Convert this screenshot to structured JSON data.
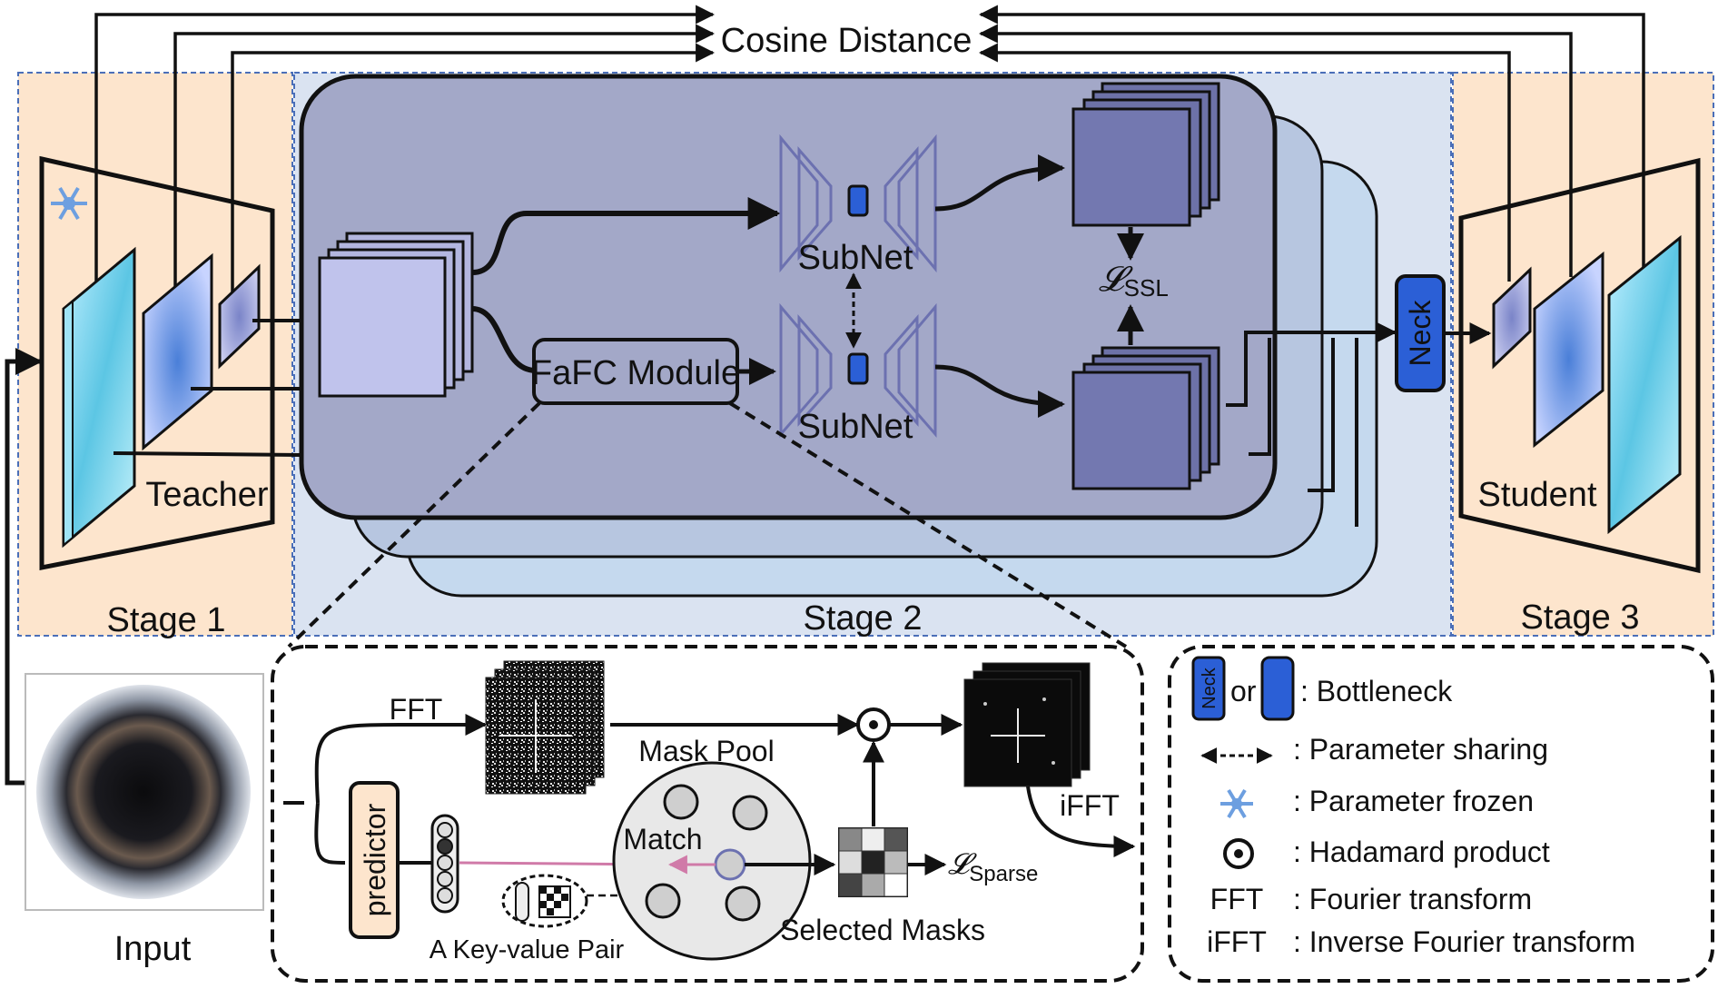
{
  "top": {
    "cosine_distance": "Cosine Distance"
  },
  "stages": {
    "stage1": "Stage 1",
    "stage2": "Stage 2",
    "stage3": "Stage 3"
  },
  "networks": {
    "teacher": "Teacher",
    "student": "Student",
    "neck": "Neck"
  },
  "modules": {
    "subnet_top": "SubNet",
    "subnet_bottom": "SubNet",
    "fafc": "FaFC Module",
    "loss_ssl": "𝓛",
    "loss_ssl_sub": "SSL"
  },
  "input": {
    "label": "Input"
  },
  "detail": {
    "fft": "FFT",
    "ifft": "iFFT",
    "mask_pool": "Mask Pool",
    "match": "Match",
    "predictor": "predictor",
    "kv_pair": "A Key-value Pair",
    "selected_masks": "Selected Masks",
    "loss_sparse": "𝓛",
    "loss_sparse_sub": "Sparse"
  },
  "legend": {
    "items": [
      {
        "key_or": "or",
        "desc": ": Bottleneck",
        "icon": "bottleneck-icon"
      },
      {
        "desc": ": Parameter sharing",
        "icon": "double-arrow-icon"
      },
      {
        "desc": ": Parameter frozen",
        "icon": "snowflake-icon"
      },
      {
        "desc": ": Hadamard product",
        "icon": "hadamard-icon"
      },
      {
        "key": "FFT",
        "desc": ": Fourier transform"
      },
      {
        "key": "iFFT",
        "desc": ": Inverse Fourier transform"
      }
    ]
  },
  "colors": {
    "stage_bg": "#fde5cd",
    "stage2_bg": "#dae3f1",
    "panel_front": "#a3a8c8",
    "panel_mid": "#b7c6e0",
    "panel_back": "#c5d9ee",
    "neck": "#2b5fd6",
    "teacher_map": "#7fd3e8",
    "student_map": "#7fd3e8",
    "match_arrow": "#d07aa8"
  }
}
